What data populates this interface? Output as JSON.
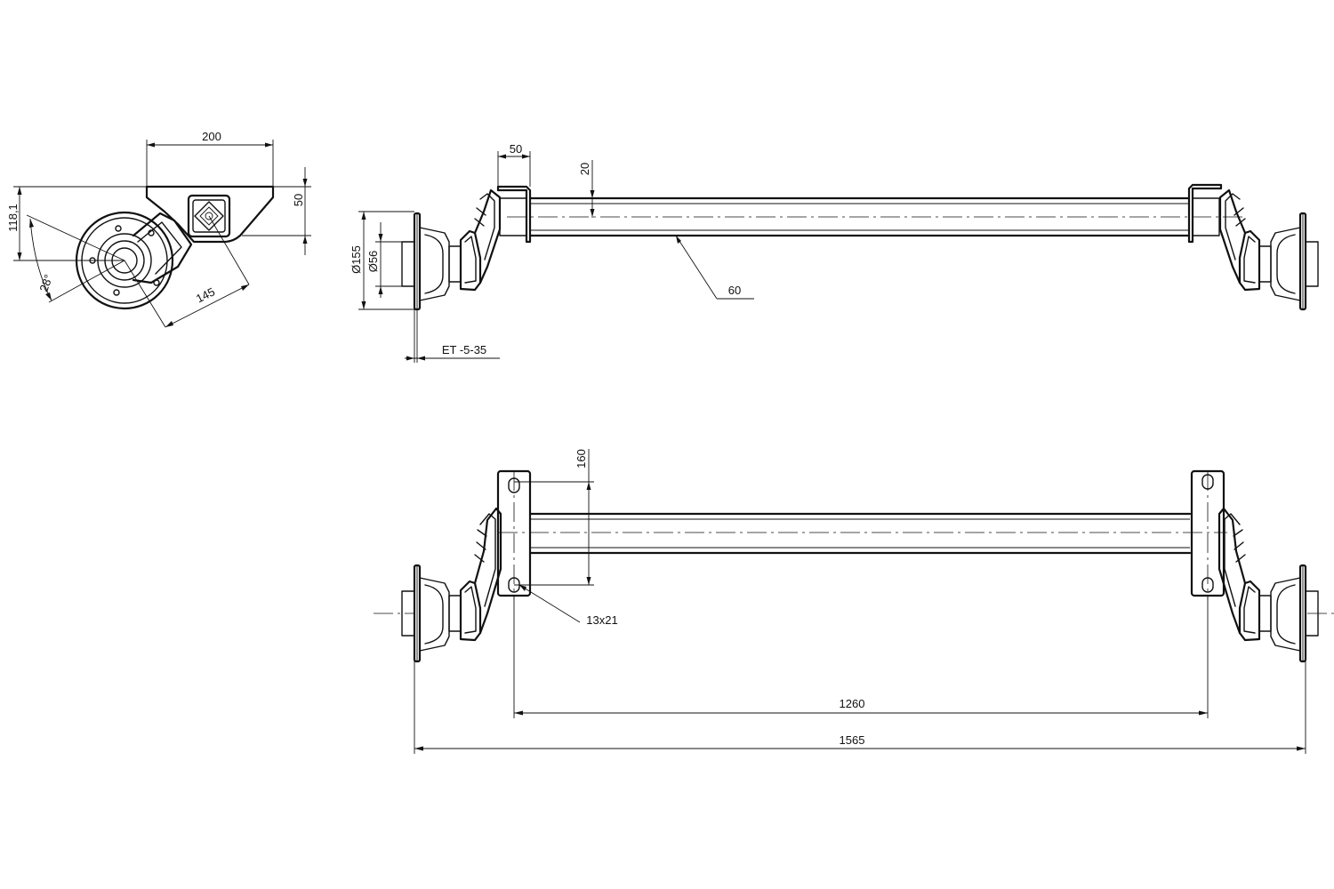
{
  "dimensions": {
    "side_width": "200",
    "side_plate_height": "50",
    "side_total_height": "118,1",
    "side_angle": "28°",
    "side_arm_length": "145",
    "top_plate_width": "50",
    "top_plate_offset": "20",
    "hub_flange_diameter": "Ø155",
    "hub_center_diameter": "Ø56",
    "tube_size": "60",
    "wheel_offset": "ET -5-35",
    "bolt_spacing": "160",
    "bolt_hole": "13x21",
    "bracket_distance": "1260",
    "overall_width": "1565"
  }
}
